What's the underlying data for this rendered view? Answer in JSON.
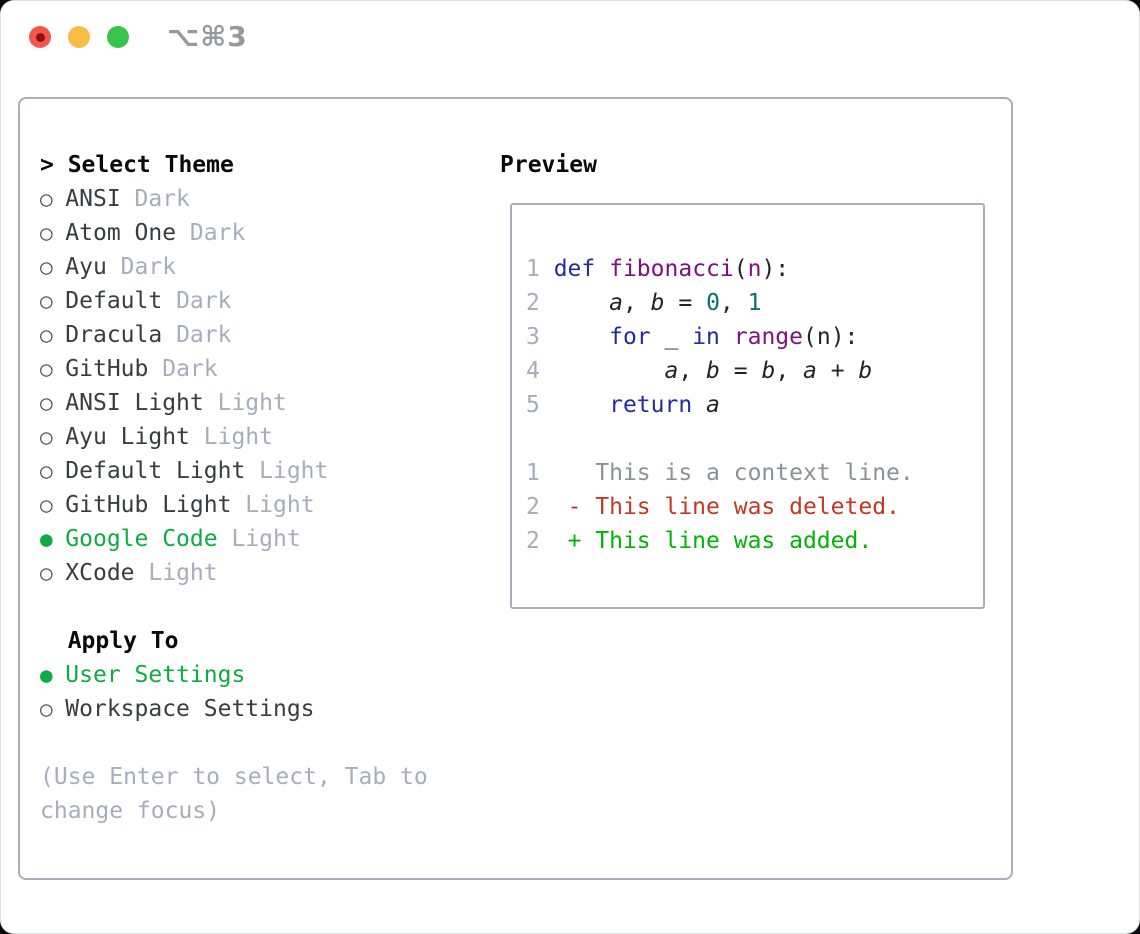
{
  "window": {
    "title": "⌥⌘3"
  },
  "symbols": {
    "prompt": ">",
    "radio_unselected": "○",
    "radio_selected": "●"
  },
  "theme_picker": {
    "title": "Select Theme",
    "items": [
      {
        "name": "ANSI",
        "variant": "Dark",
        "selected": false
      },
      {
        "name": "Atom One",
        "variant": "Dark",
        "selected": false
      },
      {
        "name": "Ayu",
        "variant": "Dark",
        "selected": false
      },
      {
        "name": "Default",
        "variant": "Dark",
        "selected": false
      },
      {
        "name": "Dracula",
        "variant": "Dark",
        "selected": false
      },
      {
        "name": "GitHub",
        "variant": "Dark",
        "selected": false
      },
      {
        "name": "ANSI Light",
        "variant": "Light",
        "selected": false
      },
      {
        "name": "Ayu Light",
        "variant": "Light",
        "selected": false
      },
      {
        "name": "Default Light",
        "variant": "Light",
        "selected": false
      },
      {
        "name": "GitHub Light",
        "variant": "Light",
        "selected": false
      },
      {
        "name": "Google Code",
        "variant": "Light",
        "selected": true
      },
      {
        "name": "XCode",
        "variant": "Light",
        "selected": false
      }
    ]
  },
  "apply_to": {
    "title": "Apply To",
    "options": [
      {
        "name": "User Settings",
        "selected": true
      },
      {
        "name": "Workspace Settings",
        "selected": false
      }
    ]
  },
  "help": {
    "line1": "(Use Enter to select, Tab to",
    "line2": "change focus)"
  },
  "preview": {
    "title": "Preview",
    "code_lines": [
      [
        [
          "1 ",
          "ln"
        ],
        [
          "def",
          "kw"
        ],
        [
          " ",
          "pl"
        ],
        [
          "fibonacci",
          "fn"
        ],
        [
          "(",
          "pl"
        ],
        [
          "n",
          "fn"
        ],
        [
          "):",
          "pl"
        ]
      ],
      [
        [
          "2 ",
          "ln"
        ],
        [
          "    ",
          "pl"
        ],
        [
          "a",
          "var"
        ],
        [
          ", ",
          "pl"
        ],
        [
          "b",
          "var"
        ],
        [
          " = ",
          "pl"
        ],
        [
          "0",
          "num"
        ],
        [
          ", ",
          "pl"
        ],
        [
          "1",
          "num"
        ]
      ],
      [
        [
          "3 ",
          "ln"
        ],
        [
          "    ",
          "pl"
        ],
        [
          "for",
          "kw"
        ],
        [
          " _ ",
          "pl"
        ],
        [
          "in",
          "kw"
        ],
        [
          " ",
          "pl"
        ],
        [
          "range",
          "fn"
        ],
        [
          "(n):",
          "pl"
        ]
      ],
      [
        [
          "4 ",
          "ln"
        ],
        [
          "        ",
          "pl"
        ],
        [
          "a",
          "var"
        ],
        [
          ", ",
          "pl"
        ],
        [
          "b",
          "var"
        ],
        [
          " = ",
          "pl"
        ],
        [
          "b",
          "var"
        ],
        [
          ", ",
          "pl"
        ],
        [
          "a",
          "var"
        ],
        [
          " + ",
          "pl"
        ],
        [
          "b",
          "var"
        ]
      ],
      [
        [
          "5 ",
          "ln"
        ],
        [
          "    ",
          "pl"
        ],
        [
          "return",
          "kw"
        ],
        [
          " ",
          "pl"
        ],
        [
          "a",
          "var"
        ]
      ],
      [],
      [
        [
          "1 ",
          "ln"
        ],
        [
          "   ",
          "pl"
        ],
        [
          "This is a context line.",
          "ctx"
        ]
      ],
      [
        [
          "2 ",
          "ln"
        ],
        [
          " ",
          "pl"
        ],
        [
          "- This line was deleted.",
          "del"
        ]
      ],
      [
        [
          "2 ",
          "ln"
        ],
        [
          " ",
          "pl"
        ],
        [
          "+ This line was added.",
          "add"
        ]
      ]
    ]
  },
  "colors": {
    "accent_green": "#0fab44",
    "muted_gray": "#a6aebb",
    "text": "#3a3c42",
    "border_gray": "#a8afba",
    "code_keyword": "#252c97",
    "code_function": "#80107e",
    "code_number": "#0d6e6e",
    "code_line_number": "#a4adbc",
    "diff_context": "#8c9097",
    "diff_deleted": "#c03922",
    "diff_added": "#00b404",
    "traffic_red": "#f4564d",
    "traffic_yellow": "#f7bd45",
    "traffic_green": "#36c64c"
  }
}
